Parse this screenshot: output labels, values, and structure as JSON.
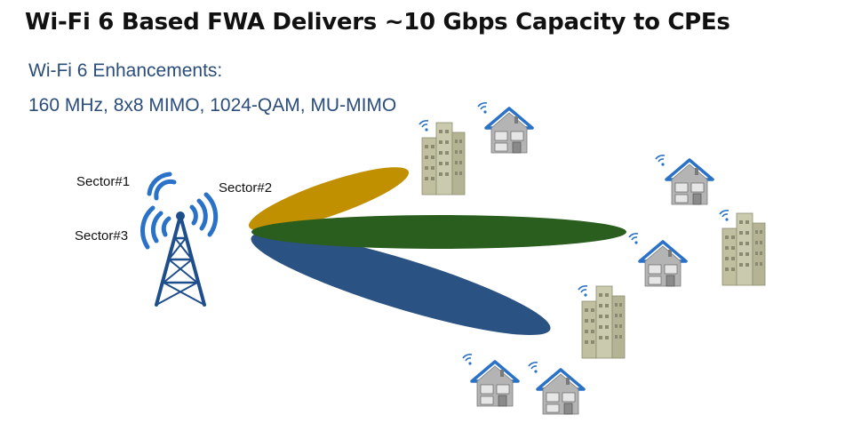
{
  "title": "Wi-Fi 6 Based FWA Delivers ~10 Gbps Capacity to CPEs",
  "enhancements": {
    "heading": "Wi-Fi 6 Enhancements:",
    "list": "160 MHz, 8x8 MIMO, 1024-QAM, MU-MIMO"
  },
  "sectors": [
    "Sector#1",
    "Sector#2",
    "Sector#3"
  ],
  "colors": {
    "sector1_beam": "#c09000",
    "sector2_beam": "#2a5e1e",
    "sector3_beam": "#2a5282",
    "tower": "#1f4e8c",
    "signal": "#2a72c8",
    "building": "#c0c0a0",
    "house_roof": "#2a72c8",
    "house_body": "#b4b4b4"
  },
  "icons": [
    "cell-tower-icon",
    "wifi-signal-icon",
    "building-icon",
    "house-icon"
  ]
}
